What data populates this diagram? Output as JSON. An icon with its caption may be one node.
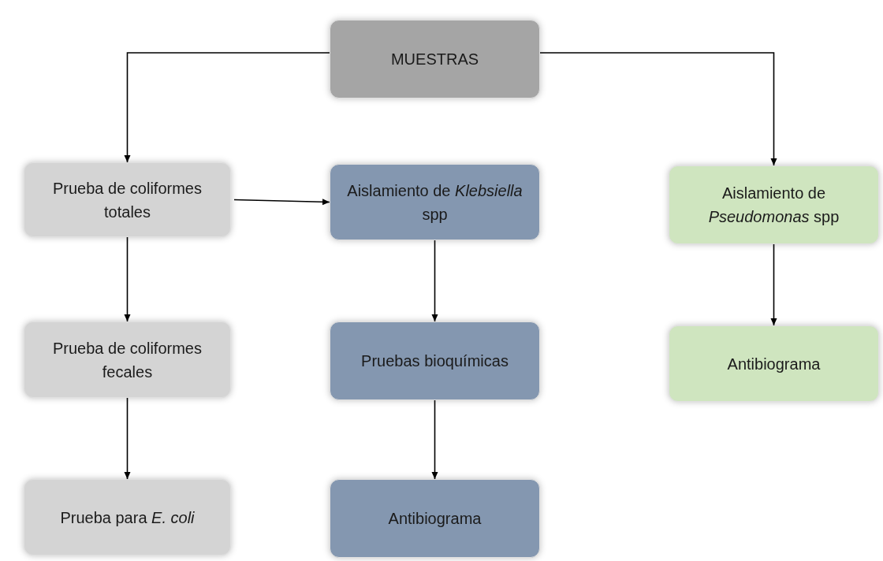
{
  "diagram": {
    "nodes": [
      {
        "text": [
          "MUESTRAS"
        ]
      },
      {
        "text": [
          "Prueba de coliformes totales"
        ]
      },
      {
        "text": [
          "Aislamiento de *Klebsiella* spp"
        ]
      },
      {
        "text": [
          "Aislamiento de *Pseudomonas* spp"
        ]
      },
      {
        "text": [
          "Prueba de coliformes fecales"
        ]
      },
      {
        "text": [
          "Pruebas bioquímicas"
        ]
      },
      {
        "text": [
          "Antibiograma"
        ]
      },
      {
        "text": [
          "Prueba para *E. coli*"
        ]
      },
      {
        "text": [
          "Antibiograma"
        ]
      }
    ],
    "edges": [
      {
        "from": 0,
        "to": 1,
        "arrow": "to"
      },
      {
        "from": 0,
        "to": 3,
        "arrow": "to"
      },
      {
        "from": 1,
        "to": 2,
        "arrow": "to"
      },
      {
        "from": 1,
        "to": 4,
        "arrow": "to"
      },
      {
        "from": 4,
        "to": 7,
        "arrow": "to"
      },
      {
        "from": 2,
        "to": 5,
        "arrow": "to"
      },
      {
        "from": 5,
        "to": 8,
        "arrow": "to"
      },
      {
        "from": 3,
        "to": 6,
        "arrow": "to"
      }
    ]
  }
}
